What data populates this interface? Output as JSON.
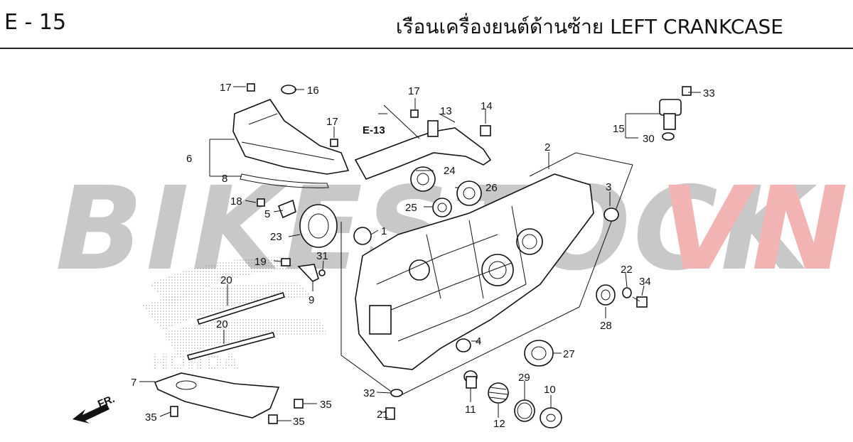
{
  "header": {
    "code": "E - 15",
    "title": "เรือนเครื่องยนต์ด้านซ้าย  LEFT CRANKCASE"
  },
  "watermark": {
    "text_gray": "BIKESTOCK",
    "text_red": "VN",
    "color_gray": "#c8c8c8",
    "color_red": "#f2b3b3"
  },
  "diagram": {
    "ref_label": "E-13",
    "direction_label": "FR.",
    "brand_mark": "HONDA",
    "callouts": [
      "1",
      "2",
      "3",
      "4",
      "5",
      "6",
      "7",
      "8",
      "9",
      "10",
      "11",
      "12",
      "13",
      "14",
      "15",
      "16",
      "17",
      "17",
      "17",
      "18",
      "19",
      "20",
      "20",
      "21",
      "22",
      "23",
      "24",
      "25",
      "26",
      "27",
      "28",
      "29",
      "30",
      "31",
      "32",
      "33",
      "34",
      "35",
      "35",
      "35"
    ]
  }
}
